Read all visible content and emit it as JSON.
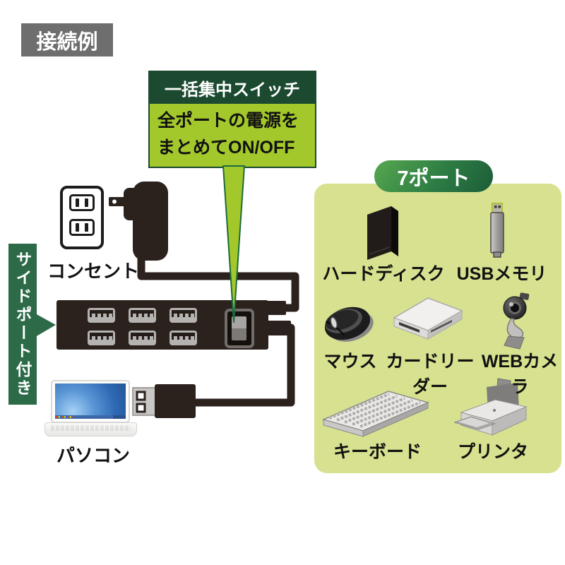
{
  "tag": {
    "label": "接続例"
  },
  "callout": {
    "header": "一括集中スイッチ",
    "body_line1": "全ポートの電源を",
    "body_line2": "まとめてON/OFF"
  },
  "side_banner": {
    "label": "サイドポート付き"
  },
  "outlet": {
    "label": "コンセント"
  },
  "pc": {
    "label": "パソコン"
  },
  "hub": {
    "visible_usb_ports": 6,
    "has_power_switch": true
  },
  "panel": {
    "badge": "7ポート",
    "devices": [
      {
        "label": "ハードディスク",
        "icon": "hard-disk-icon"
      },
      {
        "label": "USBメモリ",
        "icon": "usb-memory-icon"
      },
      {
        "label": "マウス",
        "icon": "mouse-icon"
      },
      {
        "label": "カードリーダー",
        "icon": "card-reader-icon"
      },
      {
        "label": "WEBカメラ",
        "icon": "webcam-icon"
      },
      {
        "label": "キーボード",
        "icon": "keyboard-icon"
      },
      {
        "label": "プリンタ",
        "icon": "printer-icon"
      }
    ]
  },
  "colors": {
    "label_bg_gray": "#6e6e6e",
    "dark_green": "#1c4a31",
    "banner_green": "#2d6b48",
    "bright_green": "#a3c82c",
    "panel_green": "#d8e18f",
    "badge_green_light": "#56a850",
    "badge_green_dark": "#1c5c38",
    "device_black": "#2b211d"
  }
}
